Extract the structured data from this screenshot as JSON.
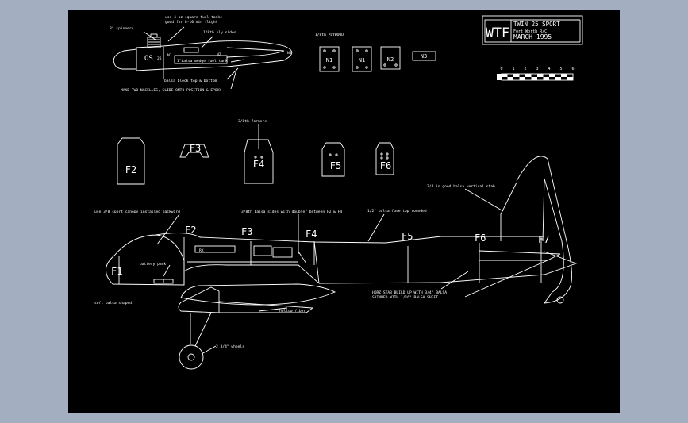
{
  "title_block": {
    "logo": "WTF",
    "line1": "TWIN 25 SPORT",
    "line2": "Fort Worth R/C",
    "line3": "MARCH 1995"
  },
  "scale_bar": {
    "ticks": [
      "0",
      "1",
      "2",
      "3",
      "4",
      "5",
      "6"
    ]
  },
  "plywood": {
    "heading": "1/8th PLYWOOD",
    "parts": [
      "N1",
      "N1",
      "N2",
      "N3"
    ]
  },
  "nacelle": {
    "notes": [
      "8\" spinners",
      "use 4 oz square fuel tanks",
      "good for 8-10 min flight",
      "1/8th ply sides",
      "1\"balsa wedge fuel tank",
      "balsa block top & bottom",
      "MAKE TWO NACELLES, SLIDE ONTO POSITION & EPOXY"
    ],
    "engine": "OS",
    "engine_size": "25",
    "n1": "N1",
    "n2": "N2",
    "n3": "N3"
  },
  "formers": {
    "note": "3/8th formers",
    "labels": [
      "F2",
      "F3",
      "F4",
      "F5",
      "F6"
    ]
  },
  "fuselage": {
    "notes": [
      "use 3/8 sport canopy installed backward",
      "3/8th balsa sides with doubler between F2 & F4",
      "1/2\" balsa fuse top rounded",
      "3/4 in good balsa vertical stab",
      "soft balsa shaped",
      "battery pack",
      "HORZ STAB BUILD UP WITH 3/4\" BALSA",
      "SKINNED WITH 1/16\" BALSA SHEET",
      "hollow fiber",
      "2 3/4\" wheels"
    ],
    "receiver": "RX",
    "stations": [
      "F1",
      "F2",
      "F3",
      "F4",
      "F5",
      "F6",
      "F7"
    ]
  }
}
